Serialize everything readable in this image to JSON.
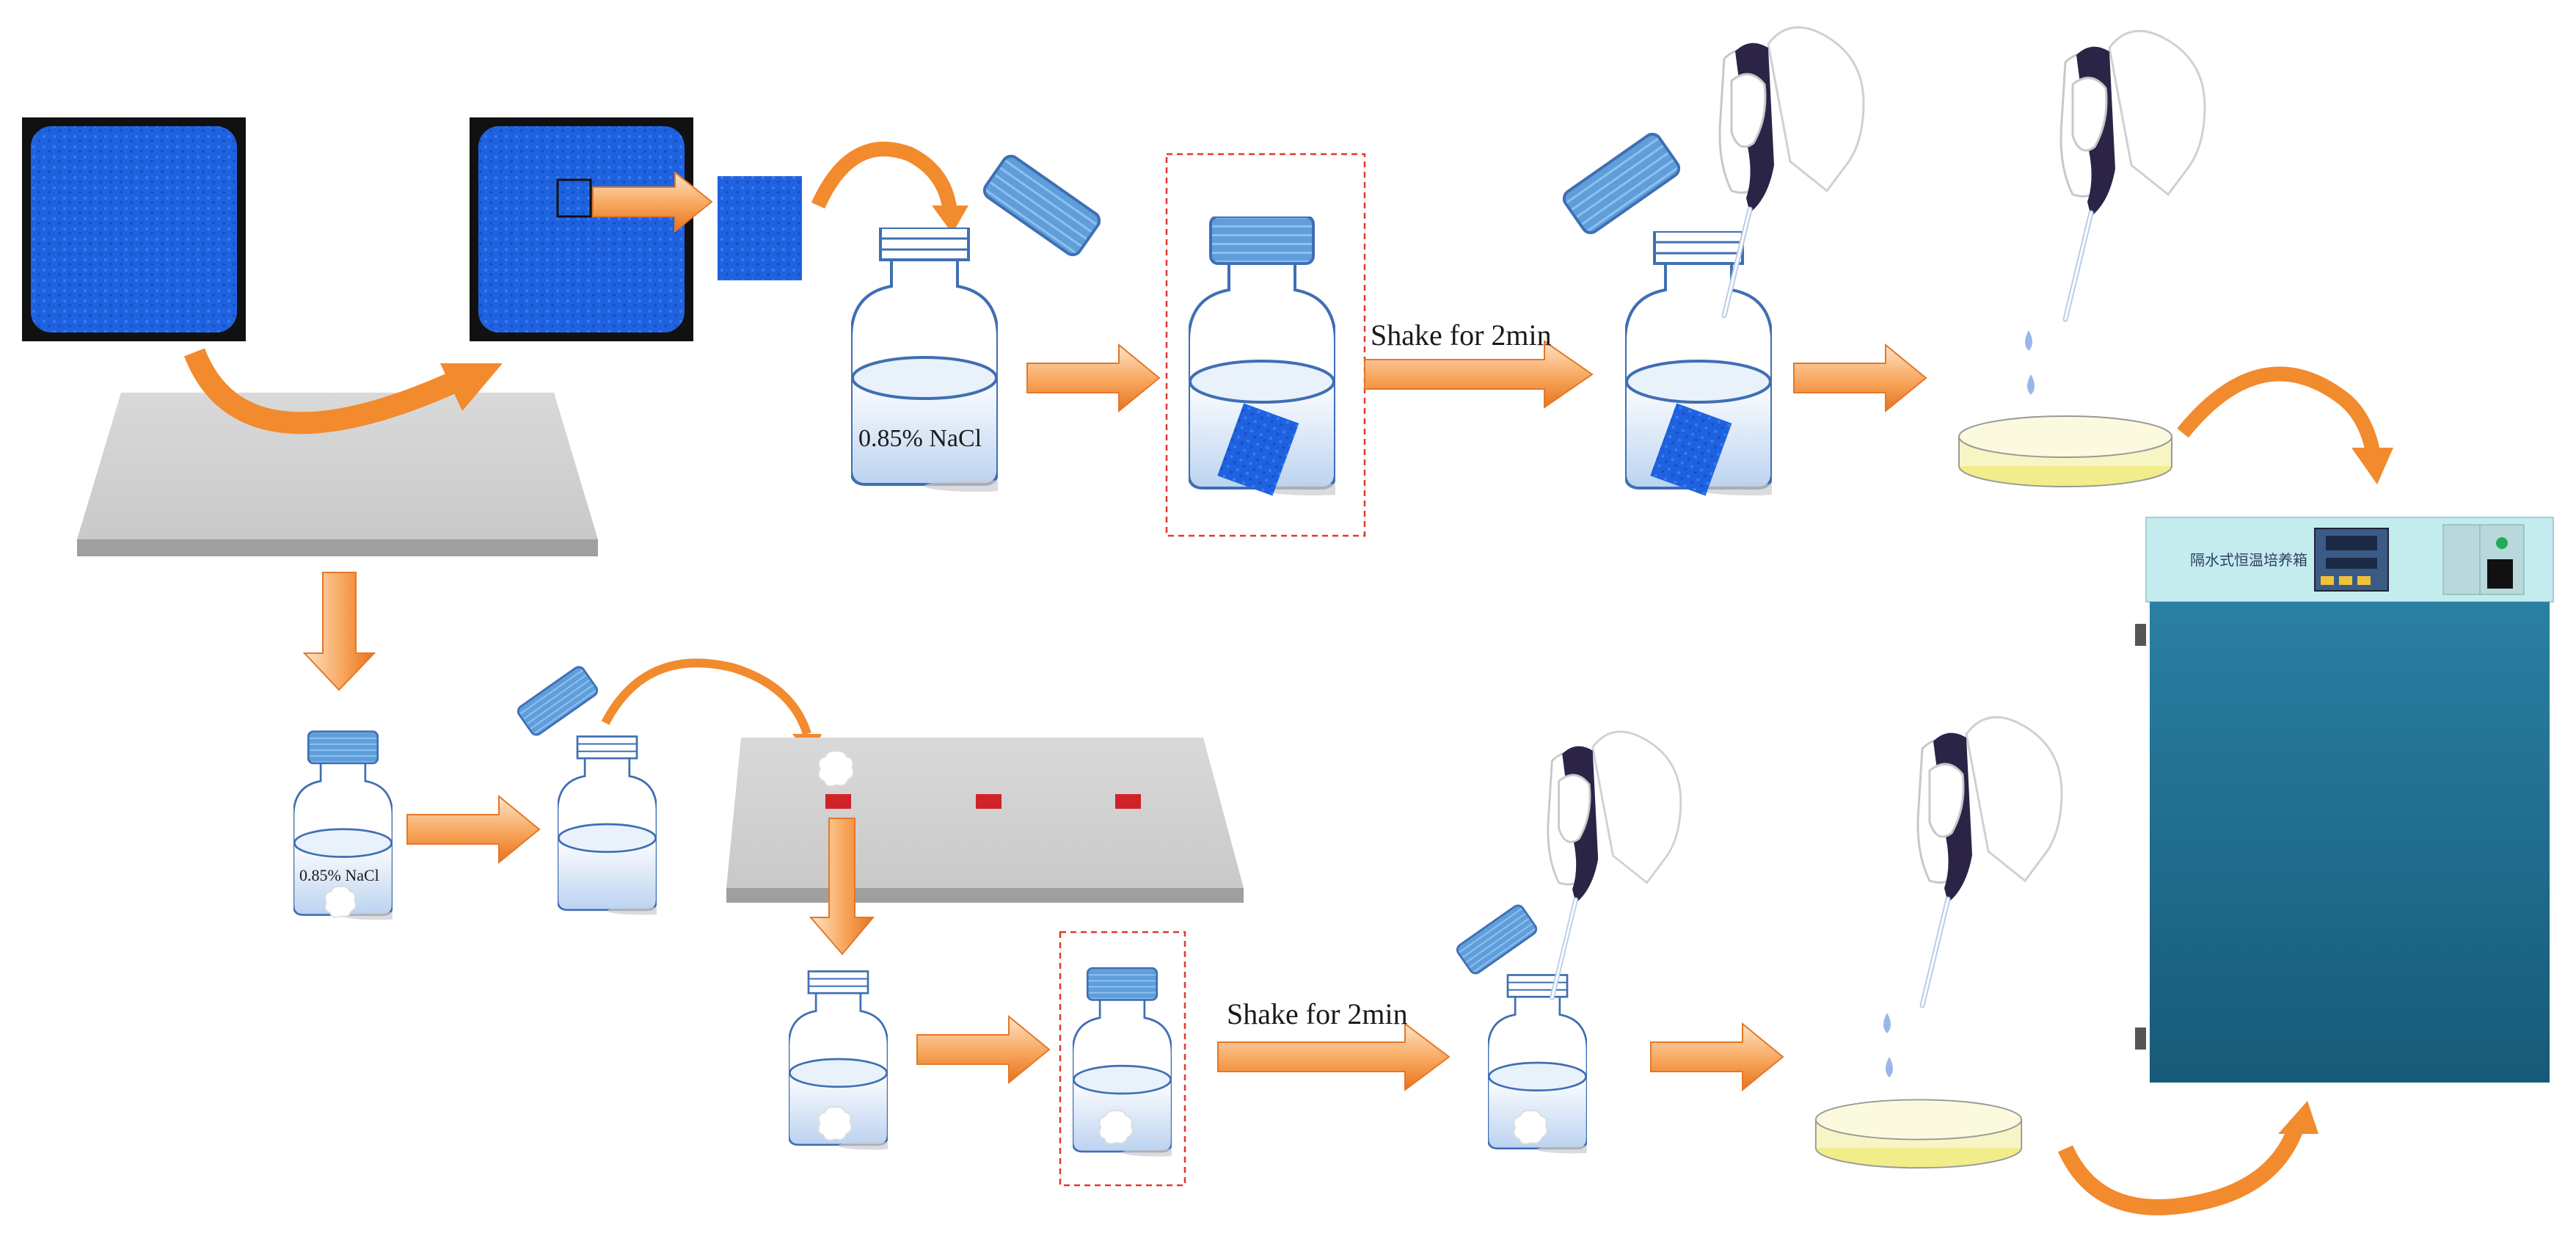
{
  "diagram": {
    "labels": {
      "nacl_top": "0.85% NaCl",
      "nacl_bottom": "0.85% NaCl",
      "shake_top": "Shake for 2min",
      "shake_bottom": "Shake for 2min"
    },
    "incubator": {
      "panel_text": "隔水式恒温培养箱"
    },
    "colors": {
      "arrow_orange": "#f28a2e",
      "towel_blue": "#1f62e0",
      "cap_blue": "#5f9edb",
      "incubator_teal": "#1f6e8e",
      "plate_yellow": "#f3f0a8",
      "swab_red": "#d0222a",
      "box_red": "#e0392f"
    },
    "icons": [
      "towel-icon",
      "bottle-icon",
      "pipette-hand-icon",
      "petri-dish-icon",
      "incubator-icon",
      "cotton-swab-icon",
      "tray-icon"
    ]
  }
}
